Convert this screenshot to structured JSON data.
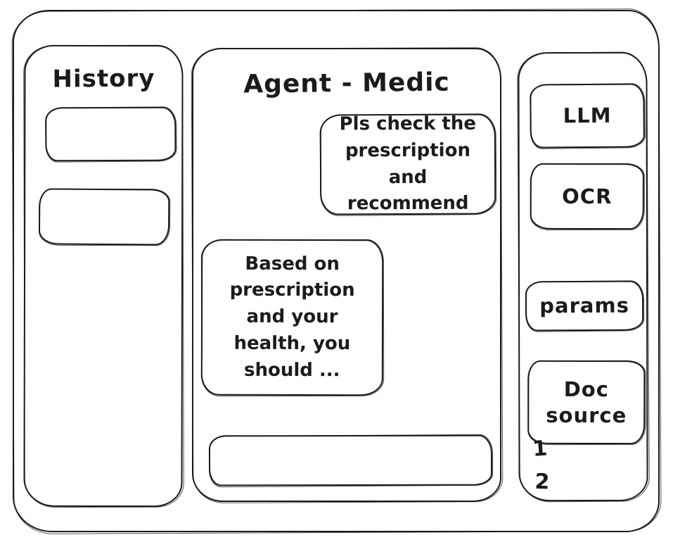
{
  "history_panel": {
    "title": "History",
    "items": [
      {
        "label": ""
      },
      {
        "label": ""
      }
    ]
  },
  "chat_panel": {
    "title": "Agent - Medic",
    "messages": [
      {
        "role": "user",
        "text": "Pls check the prescription and recommend"
      },
      {
        "role": "agent",
        "text": "Based on prescription and your health, you should ..."
      }
    ],
    "input": {
      "value": "",
      "placeholder": ""
    }
  },
  "tools_panel": {
    "buttons": [
      {
        "label": "LLM"
      },
      {
        "label": "OCR"
      },
      {
        "label": "params"
      },
      {
        "label": "Doc source"
      }
    ],
    "doc_source_items": [
      "1",
      "2"
    ]
  },
  "colors": {
    "ink": "#1b1b1b",
    "background": "#ffffff"
  }
}
